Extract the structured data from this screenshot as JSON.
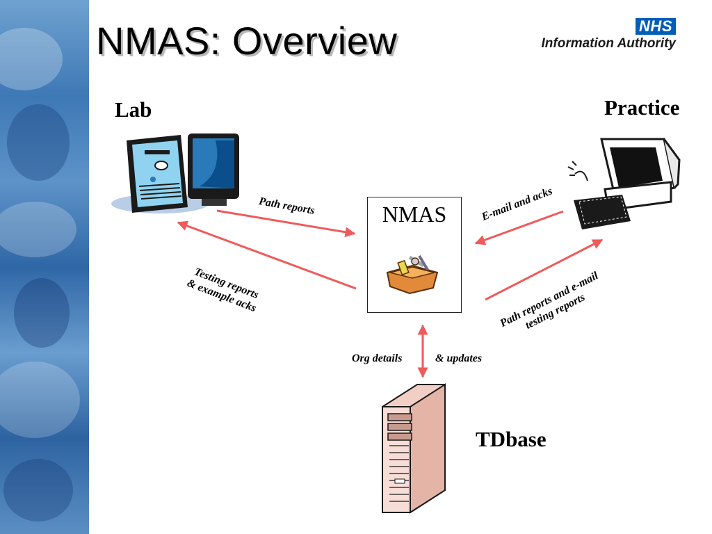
{
  "slide": {
    "title": "NMAS: Overview"
  },
  "logo": {
    "badge": "NHS",
    "organisation": "Information Authority"
  },
  "nodes": {
    "lab": "Lab",
    "practice": "Practice",
    "nmas": "NMAS",
    "tdbase": "TDbase"
  },
  "edges": {
    "lab_to_nmas": "Path reports",
    "nmas_to_lab_line1": "Testing reports",
    "nmas_to_lab_line2": "& example acks",
    "practice_to_nmas": "E-mail and acks",
    "nmas_to_practice_line1": "Path reports and e-mail",
    "nmas_to_practice_line2": "testing reports",
    "tdbase_left": "Org details",
    "tdbase_right": "& updates"
  },
  "colors": {
    "arrow": "#f05a5a",
    "accent_blue": "#005eb8",
    "side_strip": "#3e78b5"
  },
  "icons": {
    "lab": "server-and-monitor-icon",
    "practice": "desktop-computer-icon",
    "nmas": "toolbox-icon",
    "tdbase": "tower-server-icon"
  }
}
